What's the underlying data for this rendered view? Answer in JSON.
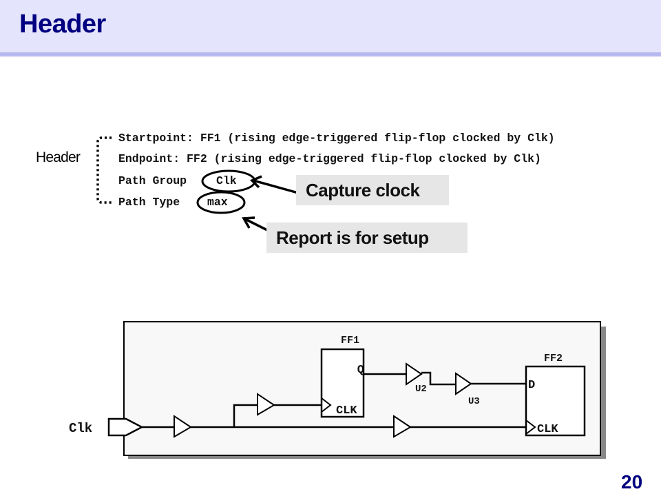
{
  "slide": {
    "title": "Header",
    "page_number": "20",
    "accent_color": "#000080",
    "title_bar_color": "#e4e4fc"
  },
  "report": {
    "bracket_label": "Header",
    "lines": [
      {
        "label": "Startpoint:",
        "value": " FF1",
        "rest": " (rising edge-triggered flip-flop clocked by Clk)"
      },
      {
        "label": "Endpoint:",
        "value": " FF2",
        "rest": " (rising edge-triggered flip-flop clocked by Clk)"
      },
      {
        "label": "Path Group",
        "value": "Clk",
        "rest": ""
      },
      {
        "label": "Path Type",
        "value": "max",
        "rest": ""
      }
    ]
  },
  "callouts": {
    "capture_clock": "Capture clock",
    "report_setup": "Report is for setup"
  },
  "schematic": {
    "input_port": "Clk",
    "ff1": {
      "name": "FF1",
      "pin_q": "Q",
      "pin_clk": "CLK"
    },
    "ff2": {
      "name": "FF2",
      "pin_d": "D",
      "pin_clk": "CLK"
    },
    "buffers": [
      "U2",
      "U3"
    ]
  }
}
